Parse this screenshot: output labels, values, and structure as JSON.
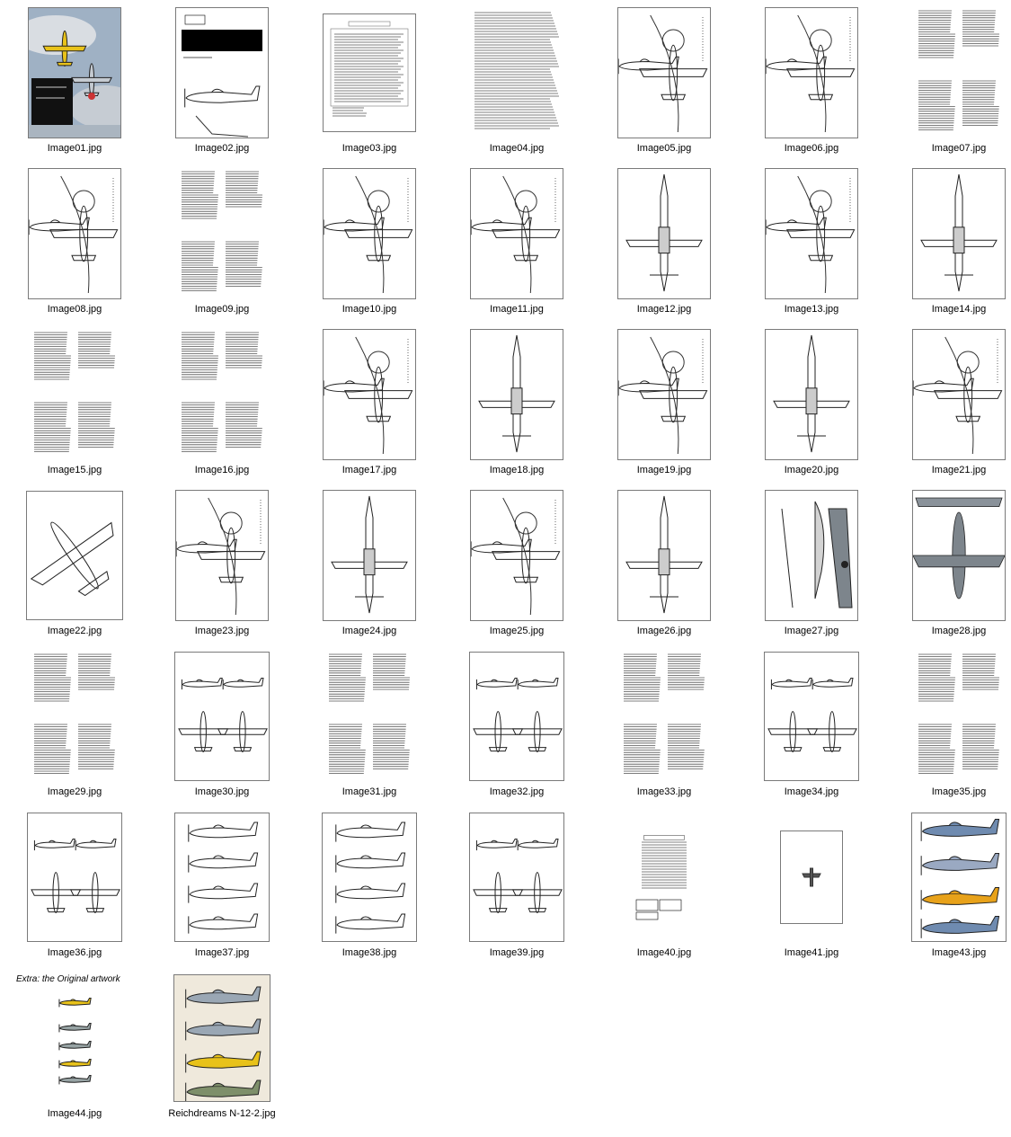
{
  "window": {
    "title": "Image thumbnails"
  },
  "thumbnails": [
    {
      "name": "Image01.jpg",
      "kind": "cover"
    },
    {
      "name": "Image02.jpg",
      "kind": "titlepage"
    },
    {
      "name": "Image03.jpg",
      "kind": "textbox"
    },
    {
      "name": "Image04.jpg",
      "kind": "textfull"
    },
    {
      "name": "Image05.jpg",
      "kind": "drawing"
    },
    {
      "name": "Image06.jpg",
      "kind": "drawing"
    },
    {
      "name": "Image07.jpg",
      "kind": "textcols"
    },
    {
      "name": "Image08.jpg",
      "kind": "drawing"
    },
    {
      "name": "Image09.jpg",
      "kind": "textcols"
    },
    {
      "name": "Image10.jpg",
      "kind": "drawing"
    },
    {
      "name": "Image11.jpg",
      "kind": "drawing"
    },
    {
      "name": "Image12.jpg",
      "kind": "plan"
    },
    {
      "name": "Image13.jpg",
      "kind": "drawing"
    },
    {
      "name": "Image14.jpg",
      "kind": "plan"
    },
    {
      "name": "Image15.jpg",
      "kind": "textcols"
    },
    {
      "name": "Image16.jpg",
      "kind": "textcols"
    },
    {
      "name": "Image17.jpg",
      "kind": "drawing"
    },
    {
      "name": "Image18.jpg",
      "kind": "plan"
    },
    {
      "name": "Image19.jpg",
      "kind": "drawing"
    },
    {
      "name": "Image20.jpg",
      "kind": "plan"
    },
    {
      "name": "Image21.jpg",
      "kind": "drawing"
    },
    {
      "name": "Image22.jpg",
      "kind": "diagonal"
    },
    {
      "name": "Image23.jpg",
      "kind": "drawing"
    },
    {
      "name": "Image24.jpg",
      "kind": "plan"
    },
    {
      "name": "Image25.jpg",
      "kind": "drawing"
    },
    {
      "name": "Image26.jpg",
      "kind": "plan"
    },
    {
      "name": "Image27.jpg",
      "kind": "camo"
    },
    {
      "name": "Image28.jpg",
      "kind": "camoplan"
    },
    {
      "name": "Image29.jpg",
      "kind": "textcols"
    },
    {
      "name": "Image30.jpg",
      "kind": "multi"
    },
    {
      "name": "Image31.jpg",
      "kind": "textcols"
    },
    {
      "name": "Image32.jpg",
      "kind": "multi"
    },
    {
      "name": "Image33.jpg",
      "kind": "textcols"
    },
    {
      "name": "Image34.jpg",
      "kind": "multi"
    },
    {
      "name": "Image35.jpg",
      "kind": "textcols"
    },
    {
      "name": "Image36.jpg",
      "kind": "multi"
    },
    {
      "name": "Image37.jpg",
      "kind": "sides"
    },
    {
      "name": "Image38.jpg",
      "kind": "sides"
    },
    {
      "name": "Image39.jpg",
      "kind": "multi"
    },
    {
      "name": "Image40.jpg",
      "kind": "credits"
    },
    {
      "name": "Image41.jpg",
      "kind": "emblem"
    },
    {
      "name": "Image43.jpg",
      "kind": "colorprofiles"
    },
    {
      "name": "Image44.jpg",
      "kind": "original"
    },
    {
      "name": "Reichdreams N-12-2.jpg",
      "kind": "colorsheet"
    }
  ],
  "extra_label": "Extra: the Original artwork",
  "colors": {
    "border": "#7a7a7a",
    "yellow": "#e8c21a",
    "sky": "#9fb1c4",
    "grey": "#8a929a"
  }
}
